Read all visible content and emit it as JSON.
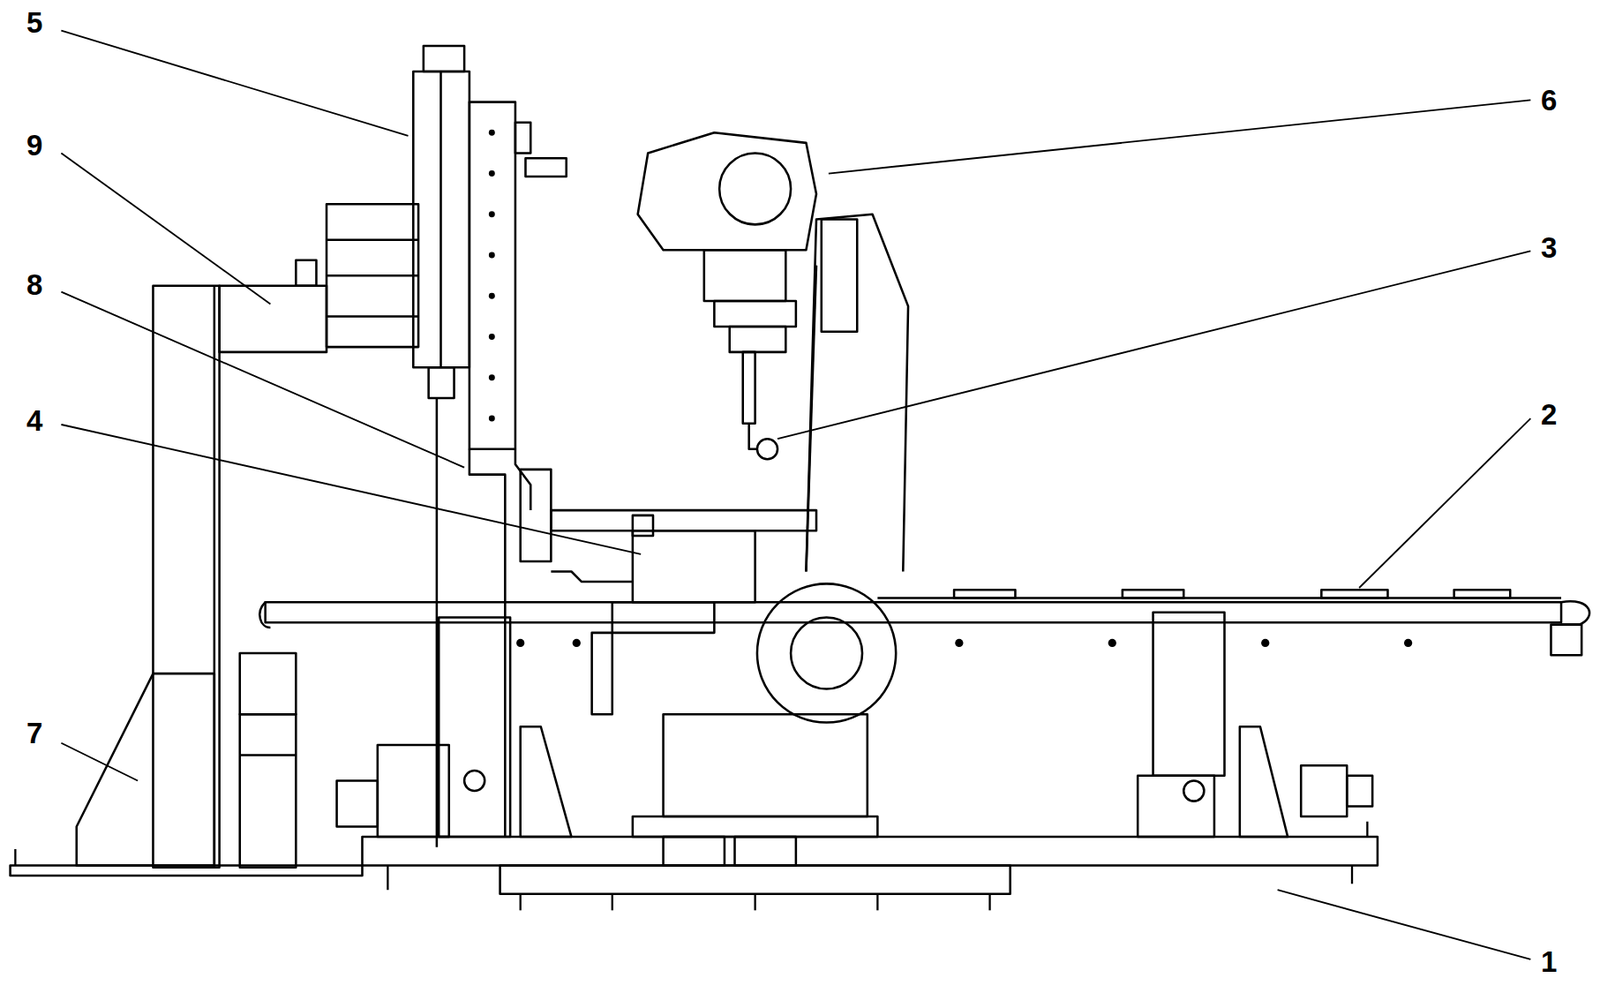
{
  "diagram": {
    "labels": [
      "5",
      "9",
      "8",
      "4",
      "7",
      "6",
      "3",
      "2",
      "1"
    ]
  }
}
